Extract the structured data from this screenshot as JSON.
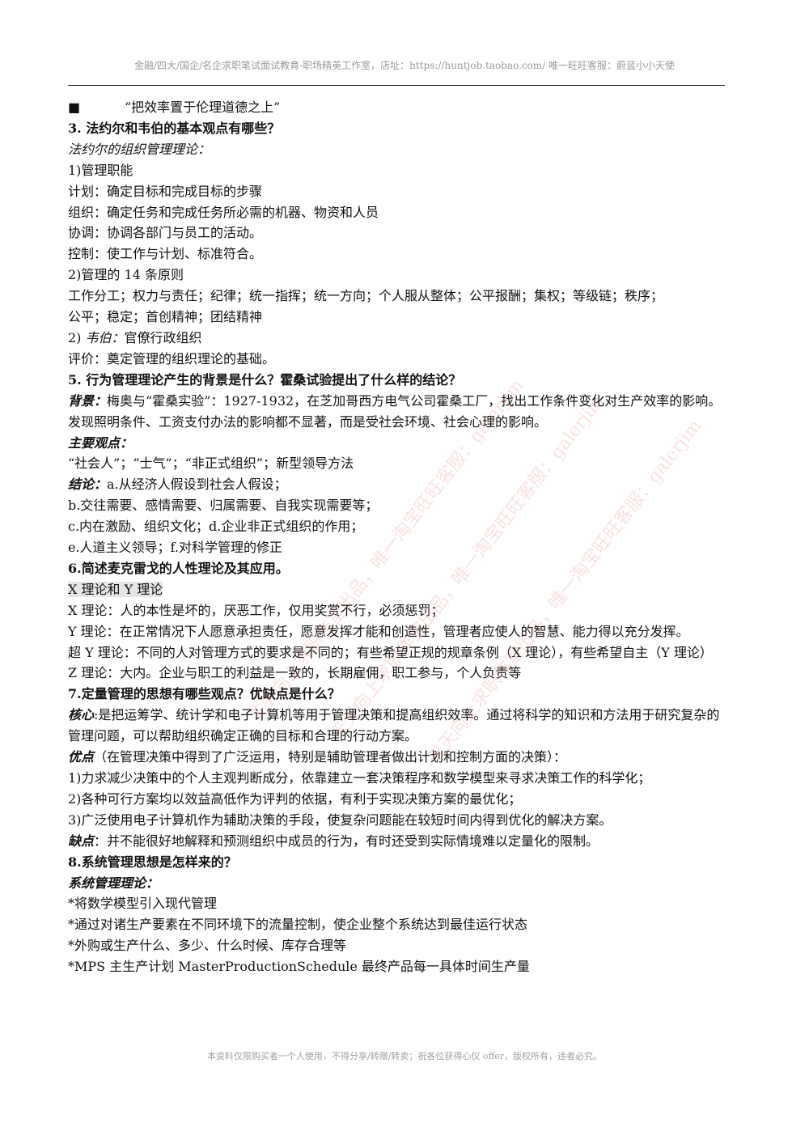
{
  "header": "金融/四大/国企/名企求职笔试面试教育-职场精英工作室，店址：https://huntjob.taobao.com/  唯一旺旺客服：蔚蓝小小天使",
  "lines": [
    {
      "t": "■",
      "t2": "“把效率置于伦理道德之上”",
      "s": "bullet"
    },
    {
      "t": "3.  法约尔和韦伯的基本观点有哪些？",
      "s": "b"
    },
    {
      "t": "法约尔的组织管理理论：",
      "s": "it"
    },
    {
      "t": "1)管理职能"
    },
    {
      "t": "计划：确定目标和完成目标的步骤"
    },
    {
      "t": "组织：确定任务和完成任务所必需的机器、物资和人员"
    },
    {
      "t": "协调：协调各部门与员工的活动。"
    },
    {
      "t": "控制：使工作与计划、标准符合。"
    },
    {
      "t": "2)管理的 14 条原则"
    },
    {
      "t": "工作分工；权力与责任；纪律；统一指挥；统一方向；个人服从整体；公平报酬；集权；等级链；秩序；"
    },
    {
      "t": "公平；稳定；首创精神；团结精神"
    },
    {
      "t": "2) ",
      "t2": "韦伯：",
      "t3": "官僚行政组织",
      "s": "mixit"
    },
    {
      "t": "评价：奠定管理的组织理论的基础。"
    },
    {
      "t": "5.   行为管理理论产生的背景是什么？霍桑试验提出了什么样的结论？",
      "s": "b"
    },
    {
      "t": "背景：",
      "t2": "梅奥与“霍桑实验”：1927-1932，在芝加哥西方电气公司霍桑工厂，找出工作条件变化对生产效率的影响。发现照明条件、工资支付办法的影响都不显著，而是受社会环境、社会心理的影响。",
      "s": "lead",
      "wrap": true
    },
    {
      "t": "主要观点：",
      "s": "bi"
    },
    {
      "t": " “社会人”；“士气”；“非正式组织”；新型领导方法"
    },
    {
      "t": "结论：",
      "t2": "a.从经济人假设到社会人假设；",
      "s": "lead"
    },
    {
      "t": "b.交往需要、感情需要、归属需要、自我实现需要等；"
    },
    {
      "t": "c.内在激励、组织文化；d.企业非正式组织的作用；"
    },
    {
      "t": "e.人道主义领导；f.对科学管理的修正"
    },
    {
      "t": "6.简述麦克雷戈的人性理论及其应用。",
      "s": "b"
    },
    {
      "t": "X 理论和 Y 理论",
      "s": "hl"
    },
    {
      "t": "X 理论：人的本性是坏的，厌恶工作，仅用奖赏不行，必须惩罚；"
    },
    {
      "t": "Y 理论：在正常情况下人愿意承担责任，愿意发挥才能和创造性，管理者应使人的智慧、能力得以充分发挥。",
      "wrap": true
    },
    {
      "t": "超 Y 理论：不同的人对管理方式的要求是不同的；有些希望正规的规章条例（X 理论），有些希望自主（Y 理论）",
      "wrap": true
    },
    {
      "t": "Z 理论：大内。企业与职工的利益是一致的，长期雇佣，职工参与，个人负责等"
    },
    {
      "t": "7.定量管理的思想有哪些观点？优缺点是什么？",
      "s": "b"
    },
    {
      "t": "核心",
      "t2": ":是把运筹学、统计学和电子计算机等用于管理决策和提高组织效率。通过将科学的知识和方法用于研究复杂的管理问题，可以帮助组织确定正确的目标和合理的行动方案。",
      "s": "lead",
      "wrap": true
    },
    {
      "t": "优点",
      "t2": "（在管理决策中得到了广泛运用，特别是辅助管理者做出计划和控制方面的决策）：",
      "s": "lead"
    },
    {
      "t": "1)力求减少决策中的个人主观判断成分，依靠建立一套决策程序和数学模型来寻求决策工作的科学化；"
    },
    {
      "t": "2)各种可行方案均以效益高低作为评判的依据，有利于实现决策方案的最优化；"
    },
    {
      "t": "3)广泛使用电子计算机作为辅助决策的手段，使复杂问题能在较短时间内得到优化的解决方案。"
    },
    {
      "t": "缺点",
      "t2": "：并不能很好地解释和预测组织中成员的行为，有时还受到实际情境难以定量化的限制。",
      "s": "lead"
    },
    {
      "t": "8.系统管理思想是怎样来的？",
      "s": "b"
    },
    {
      "t": "系统管理理论：",
      "s": "bi"
    },
    {
      "t": "*将数学模型引入现代管理"
    },
    {
      "t": "*通过对诸生产要素在不同环境下的流量控制，使企业整个系统达到最佳运行状态"
    },
    {
      "t": "*外购或生产什么、多少、什么时候、库存合理等"
    },
    {
      "t": "*MPS 主生产计划 MasterProductionSchedule 最终产品每一具体时间生产量"
    }
  ],
  "footer": "本资料仅限购买者一个人使用，不得分享/转赠/转卖；祝各位获得心仪 offer，版权所有，违者必究。",
  "watermark": "天天向上求职作室出品，唯一淘宝旺旺客服：galerjim"
}
